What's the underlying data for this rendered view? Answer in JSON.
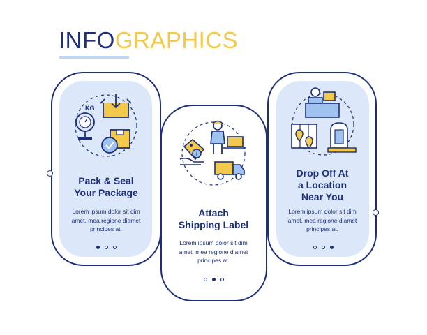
{
  "header": {
    "title_part1": "INFO",
    "title_part2": "GRAPHICS",
    "colors": {
      "navy": "#1d2f7a",
      "yellow": "#f2c94c",
      "light_blue": "#dce8f9"
    }
  },
  "steps": [
    {
      "title_line1": "Pack & Seal",
      "title_line2": "Your Package",
      "desc_line1": "Lorem ipsum dolor sit dim",
      "desc_line2": "amet, mea regione diamet",
      "desc_line3": "principes at.",
      "icon_text": "KG",
      "icon": "scale-box-check-icon",
      "active_dot": 1
    },
    {
      "title_line1": "Attach",
      "title_line2": "Shipping Label",
      "desc_line1": "Lorem ipsum dolor sit dim",
      "desc_line2": "amet, mea regione diamet",
      "desc_line3": "principes at.",
      "icon": "label-courier-truck-icon",
      "active_dot": 2
    },
    {
      "title_line1": "Drop Off At",
      "title_line2": "a Location",
      "title_line3": "Near You",
      "desc_line1": "Lorem ipsum dolor sit dim",
      "desc_line2": "amet, mea regione diamet",
      "desc_line3": "principes at.",
      "icon": "map-pickup-point-icon",
      "active_dot": 3
    }
  ]
}
